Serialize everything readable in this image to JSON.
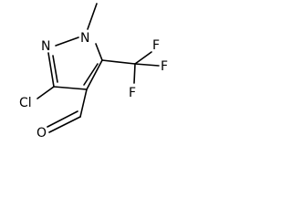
{
  "molecule": {
    "atoms": {
      "n2": "N",
      "n1": "N",
      "cl": "Cl",
      "o": "O",
      "f1": "F",
      "f2": "F",
      "f3": "F"
    },
    "colors": {
      "bond": "#000000",
      "text": "#000000",
      "background": "#ffffff"
    }
  }
}
